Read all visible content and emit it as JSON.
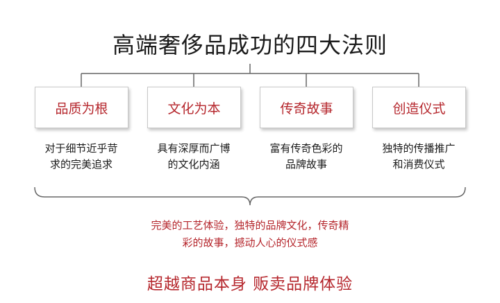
{
  "title": "高端奢侈品成功的四大法则",
  "principles": [
    {
      "label": "品质为根",
      "description": [
        "对于细节近乎苛",
        "求的完美追求"
      ]
    },
    {
      "label": "文化为本",
      "description": [
        "具有深厚而广博",
        "的文化内涵"
      ]
    },
    {
      "label": "传奇故事",
      "description": [
        "富有传奇色彩的",
        "品牌故事"
      ]
    },
    {
      "label": "创造仪式",
      "description": [
        "独特的传播推广",
        "和消费仪式"
      ]
    }
  ],
  "summary": [
    "完美的工艺体验，独特的品牌文化，传奇精",
    "彩的故事，撼动人心的仪式感"
  ],
  "footer": "超越商品本身  贩卖品牌体验",
  "colors": {
    "accent": "#b5262c",
    "text": "#1a1a1a",
    "line": "#666666"
  }
}
